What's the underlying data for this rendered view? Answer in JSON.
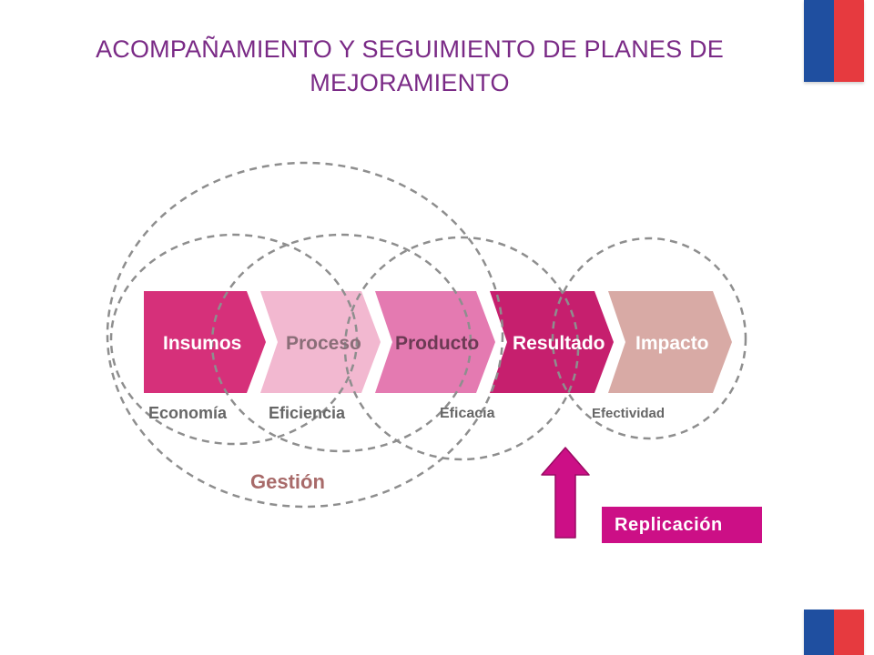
{
  "title": {
    "line1": "ACOMPAÑAMIENTO Y SEGUIMIENTO DE PLANES DE",
    "line2": "MEJORAMIENTO"
  },
  "colors": {
    "title": "#7a2a86",
    "flag_blue": "#1f4fa0",
    "flag_red": "#e63a3f",
    "insumos": "#d6307a",
    "proceso": "#f2b8d0",
    "producto": "#e47ab1",
    "resultado": "#c61f6e",
    "impacto": "#d8aaa5",
    "circle_line": "#8e8e8e",
    "label_text": "#666666",
    "gestion_text": "#a86a69",
    "replica": "#cc0f86"
  },
  "diagram": {
    "steps": [
      {
        "id": "insumos",
        "label": "Insumos",
        "color": "#d6307a",
        "text_color": "#ffffff"
      },
      {
        "id": "proceso",
        "label": "Proceso",
        "color": "#f2b8d0",
        "text_color": "#8a6e78"
      },
      {
        "id": "producto",
        "label": "Producto",
        "color": "#e47ab1",
        "text_color": "#6c3a54"
      },
      {
        "id": "resultado",
        "label": "Resultado",
        "color": "#c61f6e",
        "text_color": "#ffffff"
      },
      {
        "id": "impacto",
        "label": "Impacto",
        "color": "#d8aaa5",
        "text_color": "#ffffff"
      }
    ],
    "measures": {
      "economia": "Economía",
      "eficiencia": "Eficiencia",
      "eficacia": "Eficacia",
      "efectividad": "Efectividad"
    },
    "gestion": "Gestión"
  },
  "replicacion": "Replicación"
}
